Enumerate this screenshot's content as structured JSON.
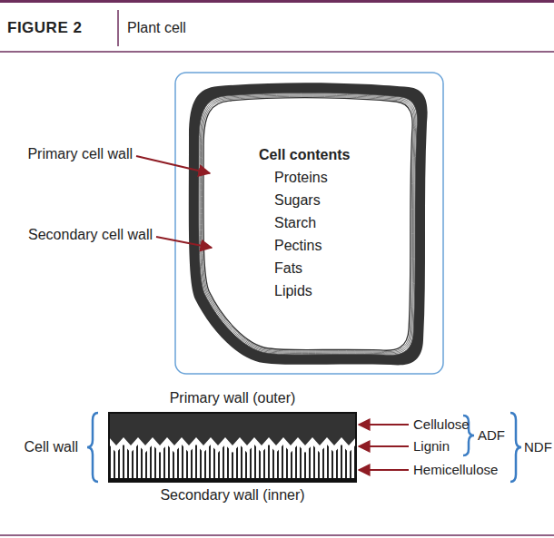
{
  "diagram": {
    "title": "Plant cell",
    "nodes": [
      {
        "text": [
          "Cell contents",
          "Proteins",
          "Sugars",
          "Starch",
          "Pectins",
          "Fats",
          "Lipids"
        ]
      }
    ],
    "labels": [
      "FIGURE 2",
      "Primary cell wall",
      "Secondary cell wall",
      "Primary wall (outer)",
      "Cell wall",
      "Cellulose",
      "Lignin",
      "Hemicellulose",
      "ADF",
      "NDF",
      "Secondary wall (inner)"
    ]
  }
}
